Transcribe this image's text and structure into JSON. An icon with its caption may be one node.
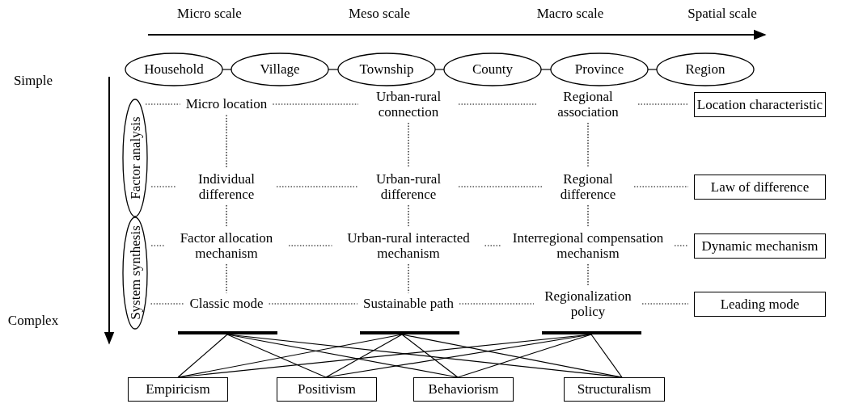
{
  "diagram": {
    "nodes": [
      {
        "text": [
          "Household"
        ]
      },
      {
        "text": [
          "Village"
        ]
      },
      {
        "text": [
          "Township"
        ]
      },
      {
        "text": [
          "County"
        ]
      },
      {
        "text": [
          "Province"
        ]
      },
      {
        "text": [
          "Region"
        ]
      },
      {
        "text": [
          "Factor analysis"
        ]
      },
      {
        "text": [
          "System synthesis"
        ]
      },
      {
        "text": [
          "Micro location"
        ]
      },
      {
        "text": [
          "Urban-rural connection"
        ]
      },
      {
        "text": [
          "Regional association"
        ]
      },
      {
        "text": [
          "Individual difference"
        ]
      },
      {
        "text": [
          "Urban-rural difference"
        ]
      },
      {
        "text": [
          "Regional difference"
        ]
      },
      {
        "text": [
          "Factor allocation mechanism"
        ]
      },
      {
        "text": [
          "Urban-rural interacted mechanism"
        ]
      },
      {
        "text": [
          "Interregional compensation mechanism"
        ]
      },
      {
        "text": [
          "Classic mode"
        ]
      },
      {
        "text": [
          "Sustainable path"
        ]
      },
      {
        "text": [
          "Regionalization policy"
        ]
      },
      {
        "text": [
          "Location characteristic"
        ]
      },
      {
        "text": [
          "Law of difference"
        ]
      },
      {
        "text": [
          "Dynamic mechanism"
        ]
      },
      {
        "text": [
          "Leading mode"
        ]
      },
      {
        "text": [],
        "shape": "bar"
      },
      {
        "text": [],
        "shape": "bar"
      },
      {
        "text": [],
        "shape": "bar"
      },
      {
        "text": [
          "Empiricism"
        ]
      },
      {
        "text": [
          "Positivism"
        ]
      },
      {
        "text": [
          "Behaviorism"
        ]
      },
      {
        "text": [
          "Structuralism"
        ]
      }
    ],
    "edges": [
      {
        "from": 0,
        "to": 1,
        "arrow": "none"
      },
      {
        "from": 1,
        "to": 2,
        "arrow": "none"
      },
      {
        "from": 2,
        "to": 3,
        "arrow": "none"
      },
      {
        "from": 3,
        "to": 4,
        "arrow": "none"
      },
      {
        "from": 4,
        "to": 5,
        "arrow": "none"
      },
      {
        "from": 6,
        "to": 8,
        "arrow": "none",
        "style": "dashed"
      },
      {
        "from": 6,
        "to": 11,
        "arrow": "none",
        "style": "dashed"
      },
      {
        "from": 7,
        "to": 14,
        "arrow": "none",
        "style": "dashed"
      },
      {
        "from": 7,
        "to": 17,
        "arrow": "none",
        "style": "dashed"
      },
      {
        "from": 8,
        "to": 9,
        "arrow": "none",
        "style": "dashed"
      },
      {
        "from": 9,
        "to": 10,
        "arrow": "none",
        "style": "dashed"
      },
      {
        "from": 10,
        "to": 20,
        "arrow": "none",
        "style": "dashed"
      },
      {
        "from": 11,
        "to": 12,
        "arrow": "none",
        "style": "dashed"
      },
      {
        "from": 12,
        "to": 13,
        "arrow": "none",
        "style": "dashed"
      },
      {
        "from": 13,
        "to": 21,
        "arrow": "none",
        "style": "dashed"
      },
      {
        "from": 14,
        "to": 15,
        "arrow": "none",
        "style": "dashed"
      },
      {
        "from": 15,
        "to": 16,
        "arrow": "none",
        "style": "dashed"
      },
      {
        "from": 16,
        "to": 22,
        "arrow": "none",
        "style": "dashed"
      },
      {
        "from": 17,
        "to": 18,
        "arrow": "none",
        "style": "dashed"
      },
      {
        "from": 18,
        "to": 19,
        "arrow": "none",
        "style": "dashed"
      },
      {
        "from": 19,
        "to": 23,
        "arrow": "none",
        "style": "dashed"
      },
      {
        "from": 8,
        "to": 11,
        "arrow": "none",
        "style": "dashed"
      },
      {
        "from": 11,
        "to": 14,
        "arrow": "none",
        "style": "dashed"
      },
      {
        "from": 14,
        "to": 17,
        "arrow": "none",
        "style": "dashed"
      },
      {
        "from": 9,
        "to": 12,
        "arrow": "none",
        "style": "dashed"
      },
      {
        "from": 12,
        "to": 15,
        "arrow": "none",
        "style": "dashed"
      },
      {
        "from": 15,
        "to": 18,
        "arrow": "none",
        "style": "dashed"
      },
      {
        "from": 10,
        "to": 13,
        "arrow": "none",
        "style": "dashed"
      },
      {
        "from": 13,
        "to": 16,
        "arrow": "none",
        "style": "dashed"
      },
      {
        "from": 16,
        "to": 19,
        "arrow": "none",
        "style": "dashed"
      },
      {
        "from": 24,
        "to": 27,
        "arrow": "none"
      },
      {
        "from": 24,
        "to": 28,
        "arrow": "none"
      },
      {
        "from": 24,
        "to": 29,
        "arrow": "none"
      },
      {
        "from": 24,
        "to": 30,
        "arrow": "none"
      },
      {
        "from": 25,
        "to": 27,
        "arrow": "none"
      },
      {
        "from": 25,
        "to": 28,
        "arrow": "none"
      },
      {
        "from": 25,
        "to": 29,
        "arrow": "none"
      },
      {
        "from": 25,
        "to": 30,
        "arrow": "none"
      },
      {
        "from": 26,
        "to": 27,
        "arrow": "none"
      },
      {
        "from": 26,
        "to": 28,
        "arrow": "none"
      },
      {
        "from": 26,
        "to": 29,
        "arrow": "none"
      },
      {
        "from": 26,
        "to": 30,
        "arrow": "none"
      }
    ],
    "labels": [
      "Micro scale",
      "Meso scale",
      "Macro scale",
      "Spatial scale",
      "Simple",
      "Complex"
    ]
  }
}
